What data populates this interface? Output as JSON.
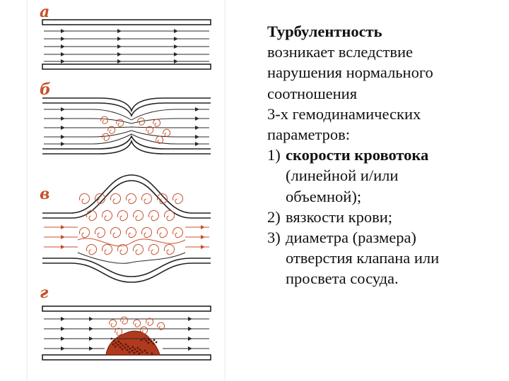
{
  "panels": [
    {
      "label": "а"
    },
    {
      "label": "б"
    },
    {
      "label": "в"
    },
    {
      "label": "г"
    }
  ],
  "text": {
    "title": "Турбулентность",
    "intro_lines": [
      "возникает вследствие",
      "нарушения нормального",
      "соотношения",
      "3-х гемодинамических",
      "параметров:"
    ],
    "items": [
      {
        "number": "1)",
        "lines": [
          "скорости кровотока",
          "(линейной и/или",
          "объемной);"
        ],
        "bold_first": true
      },
      {
        "number": "2)",
        "lines": [
          "вязкости крови;"
        ],
        "bold_first": false
      },
      {
        "number": "3)",
        "lines": [
          "диаметра (размера)",
          "отверстия клапана или",
          "просвета сосуда."
        ],
        "bold_first": false
      }
    ]
  },
  "colors": {
    "wall": "#222222",
    "flow": "#2a2a2a",
    "turbulence": "#c8502a",
    "clot": "#b03a1e",
    "label": "#c8502a"
  }
}
